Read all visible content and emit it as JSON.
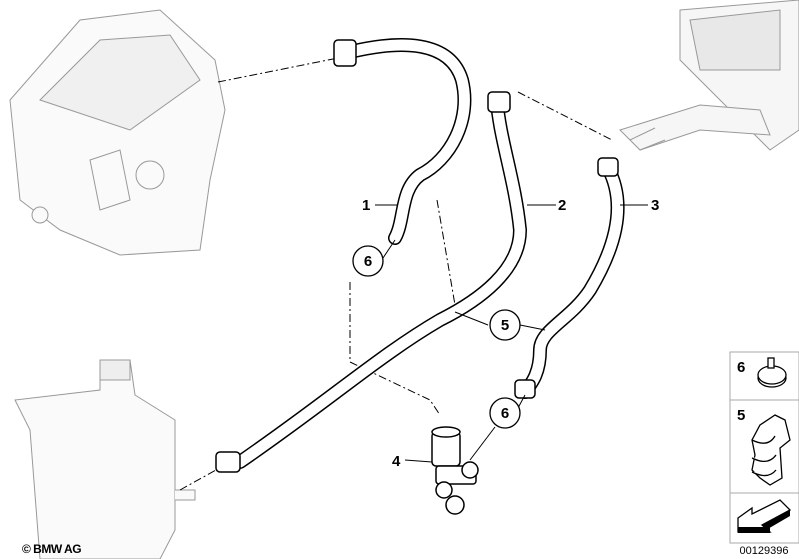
{
  "diagram": {
    "parts": [
      {
        "number": "1",
        "name": "hose-1"
      },
      {
        "number": "2",
        "name": "hose-2"
      },
      {
        "number": "3",
        "name": "hose-3"
      },
      {
        "number": "4",
        "name": "valve-4"
      }
    ],
    "callouts": [
      "6",
      "5",
      "6"
    ],
    "side_panel": {
      "items": [
        "6",
        "5"
      ]
    },
    "copyright": "© BMW AG",
    "image_number": "00129396"
  }
}
